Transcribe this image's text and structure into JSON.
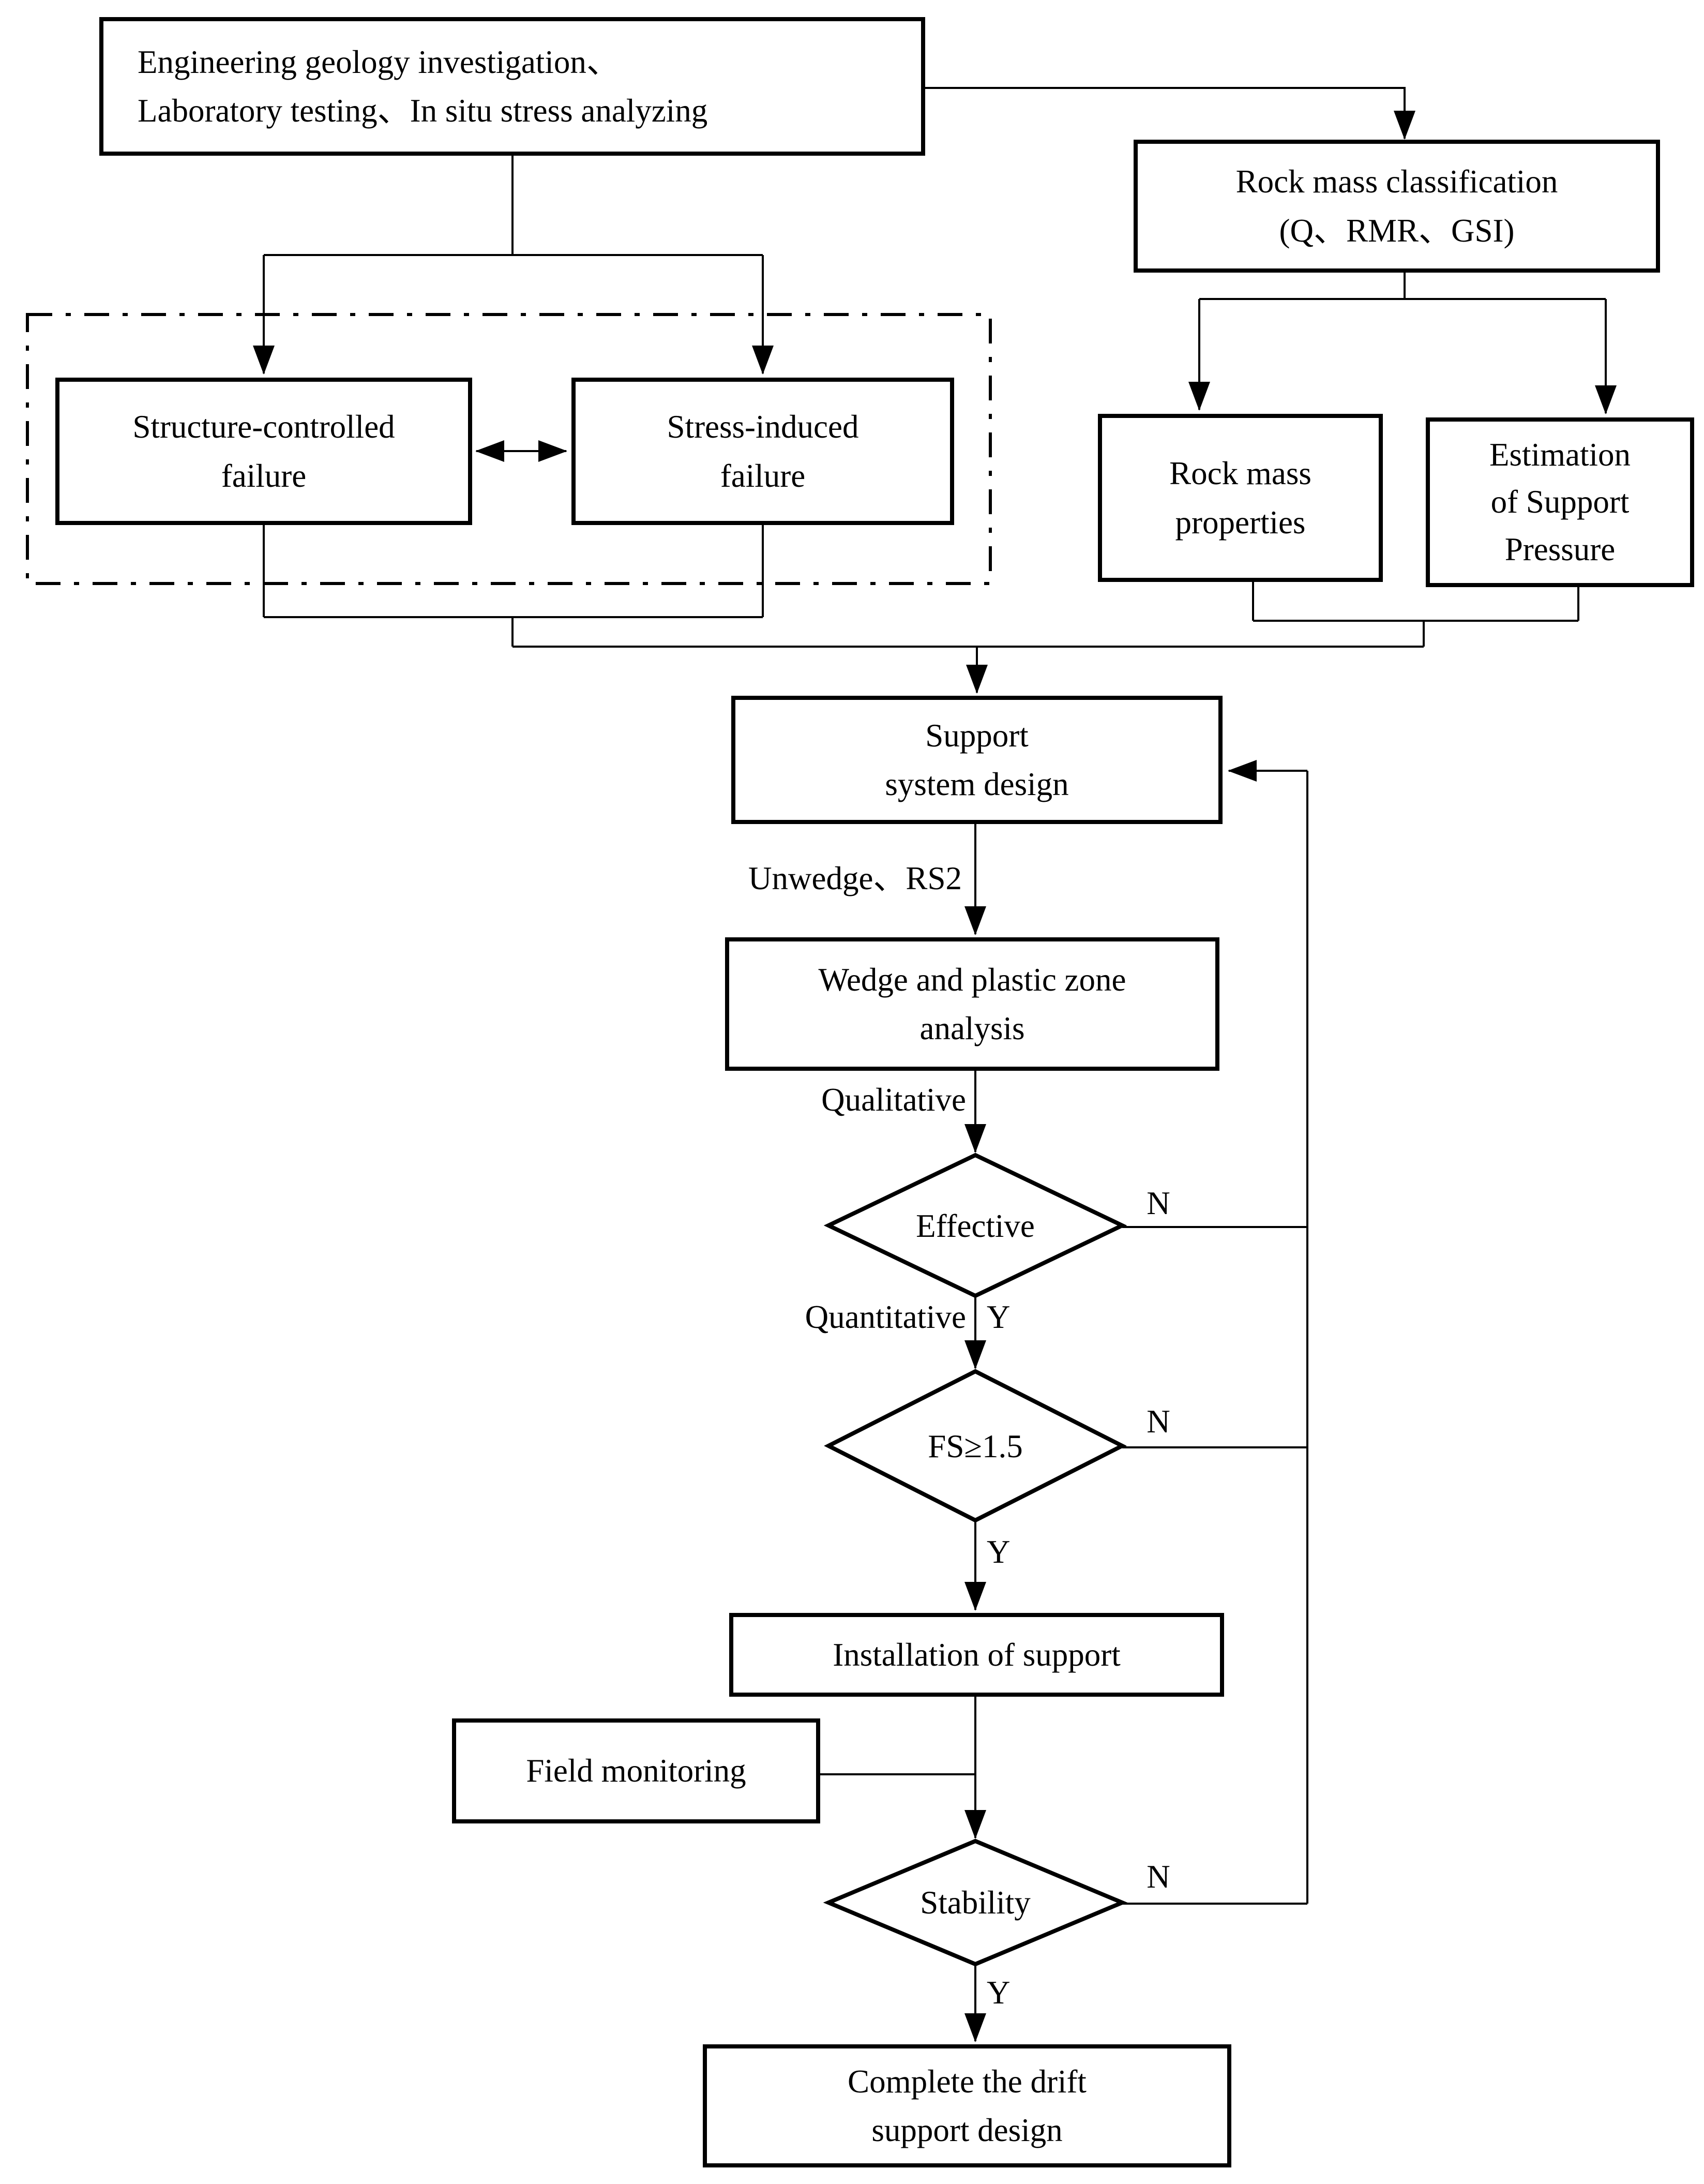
{
  "nodes": {
    "investigation": {
      "line1": "Engineering geology investigation、",
      "line2": "Laboratory testing、In situ stress analyzing"
    },
    "classification": {
      "line1": "Rock mass classification",
      "line2": "(Q、RMR、GSI)"
    },
    "structure_failure": {
      "line1": "Structure-controlled",
      "line2": "failure"
    },
    "stress_failure": {
      "line1": "Stress-induced",
      "line2": "failure"
    },
    "rock_properties": {
      "line1": "Rock mass",
      "line2": "properties"
    },
    "support_pressure": {
      "line1": "Estimation",
      "line2": "of Support",
      "line3": "Pressure"
    },
    "support_design": {
      "line1": "Support",
      "line2": "system design"
    },
    "wedge_analysis": {
      "line1": "Wedge and plastic zone",
      "line2": "analysis"
    },
    "effective_decision": {
      "label": "Effective"
    },
    "fs_decision": {
      "label": "FS≥1.5"
    },
    "installation": {
      "label": "Installation of support"
    },
    "field_monitoring": {
      "label": "Field monitoring"
    },
    "stability_decision": {
      "label": "Stability"
    },
    "complete": {
      "line1": "Complete the drift",
      "line2": "support design"
    }
  },
  "edge_labels": {
    "tools": "Unwedge、RS2",
    "qualitative": "Qualitative",
    "quantitative": "Quantitative",
    "effective_no": "N",
    "effective_yes": "Y",
    "fs_no": "N",
    "fs_yes": "Y",
    "stability_no": "N",
    "stability_yes": "Y"
  },
  "colors": {
    "line": "#000000",
    "box_fill": "#ffffff",
    "background": "#ffffff"
  }
}
